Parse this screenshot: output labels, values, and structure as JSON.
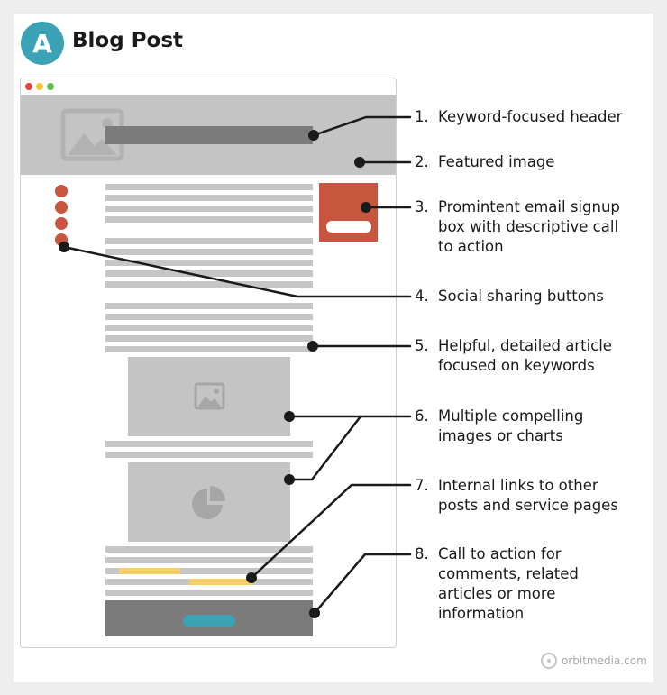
{
  "header": {
    "badge": "A",
    "title": "Blog Post"
  },
  "colors": {
    "teal": "#3ba3b5",
    "social_red": "#c8553d",
    "placeholder_gray": "#c4c4c4",
    "dark_gray": "#7b7b7b",
    "highlight_yellow": "#f7cf66",
    "mac_red": "#e0443e",
    "mac_yellow": "#f5c531",
    "mac_green": "#5dc14a"
  },
  "icons": [
    "image-icon",
    "pie-chart-icon",
    "orbitmedia-logo-icon"
  ],
  "annotations": [
    {
      "num": "1.",
      "lines": [
        "Keyword-focused header"
      ]
    },
    {
      "num": "2.",
      "lines": [
        "Featured image"
      ]
    },
    {
      "num": "3.",
      "lines": [
        "Promintent email signup",
        "box with descriptive call",
        "to action"
      ]
    },
    {
      "num": "4.",
      "lines": [
        "Social sharing buttons"
      ]
    },
    {
      "num": "5.",
      "lines": [
        "Helpful, detailed article",
        "focused on keywords"
      ]
    },
    {
      "num": "6.",
      "lines": [
        "Multiple compelling",
        "images or charts"
      ]
    },
    {
      "num": "7.",
      "lines": [
        "Internal links to other",
        "posts and service pages"
      ]
    },
    {
      "num": "8.",
      "lines": [
        "Call to action for",
        "comments, related",
        "articles or more",
        "information"
      ]
    }
  ],
  "watermark": "orbitmedia.com"
}
